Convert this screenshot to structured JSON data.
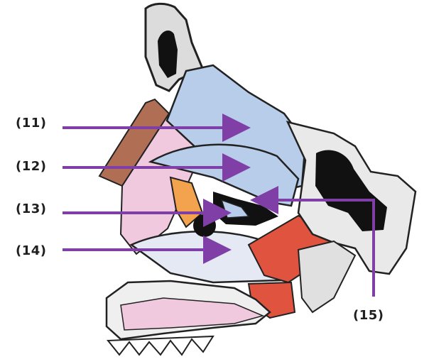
{
  "labels": {
    "l11": "(11)",
    "l12": "(12)",
    "l13": "(13)",
    "l14": "(14)",
    "l15": "(15)"
  },
  "colors": {
    "arrow": "#7f3fa6",
    "turbinate_blue": "#b7cdea",
    "cartilage_pink": "#f1c9df",
    "muscle_red": "#e0533f",
    "orange": "#f3a24d",
    "bone_gray": "#d9d9d9",
    "outline": "#222222"
  }
}
